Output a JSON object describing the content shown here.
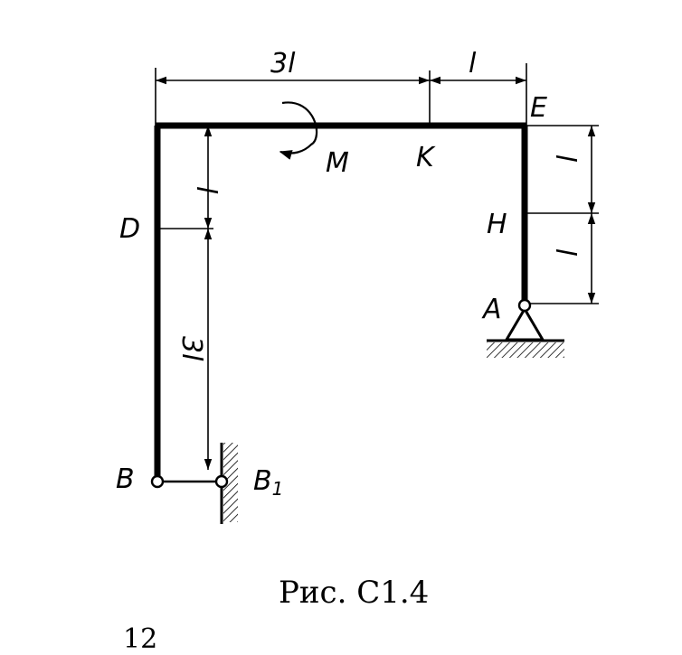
{
  "points": {
    "A": "A",
    "B": "B",
    "B1": "B",
    "B1_sub": "1",
    "D": "D",
    "E": "E",
    "H": "H",
    "K": "K"
  },
  "moment_label": "M",
  "dimensions": {
    "top_left_span": "3l",
    "top_right_span": "l",
    "left_upper": "l",
    "left_lower": "3l",
    "right_upper": "l",
    "right_lower": "l"
  },
  "caption": "Рис. С1.4",
  "page_number": "12"
}
